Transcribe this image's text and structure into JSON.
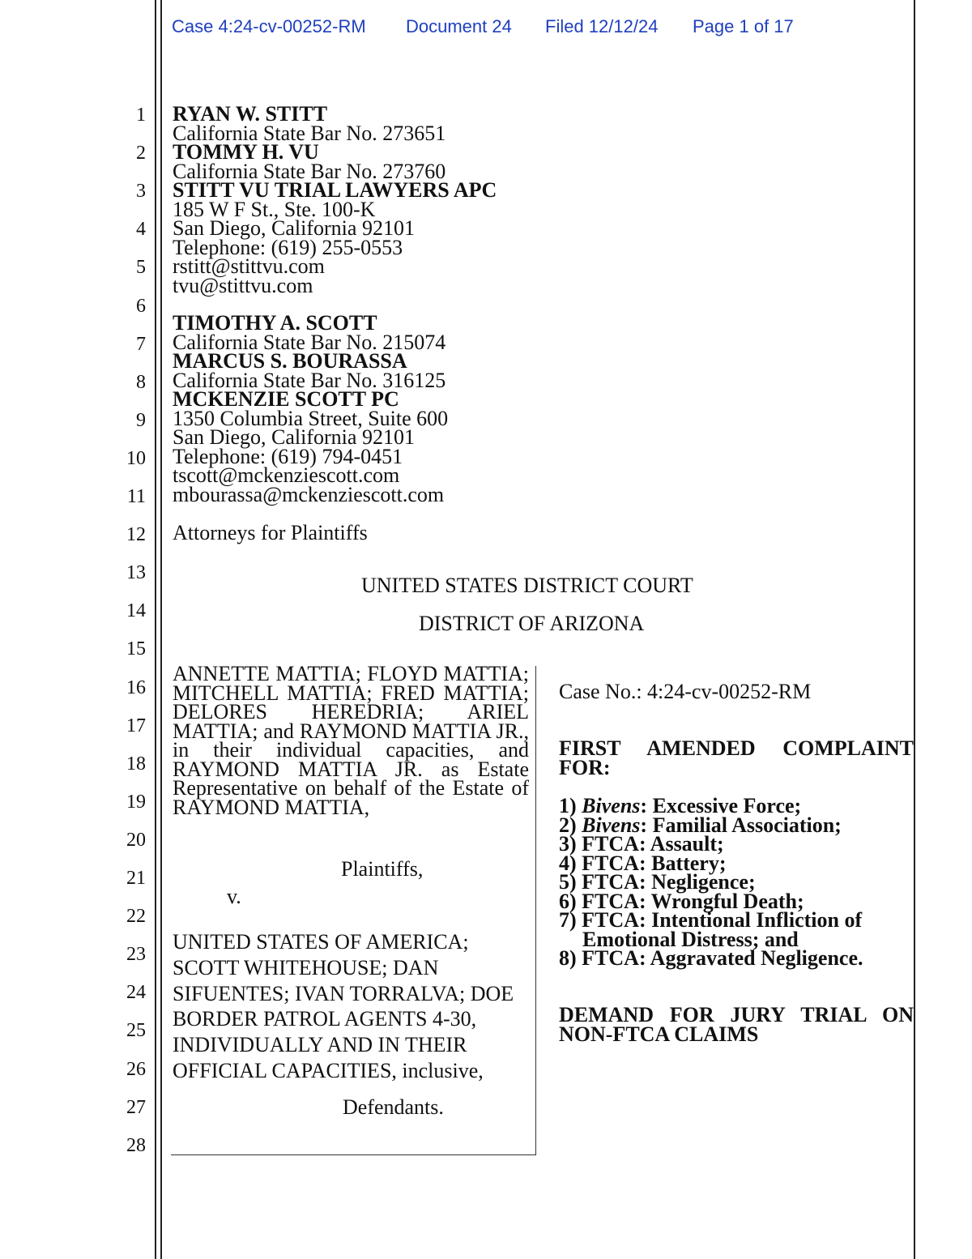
{
  "header": {
    "case": "Case 4:24-cv-00252-RM",
    "document": "Document 24",
    "filed": "Filed 12/12/24",
    "page": "Page 1 of 17"
  },
  "line_numbers": [
    "1",
    "2",
    "3",
    "4",
    "5",
    "6",
    "7",
    "8",
    "9",
    "10",
    "11",
    "12",
    "13",
    "14",
    "15",
    "16",
    "17",
    "18",
    "19",
    "20",
    "21",
    "22",
    "23",
    "24",
    "25",
    "26",
    "27",
    "28"
  ],
  "counsel_block_1": {
    "name1": "RYAN W. STITT",
    "bar1": "California State Bar No. 273651",
    "name2": "TOMMY H. VU",
    "bar2": "California State Bar No. 273760",
    "firm": "STITT VU TRIAL LAWYERS APC",
    "addr1": "185 W F St., Ste. 100-K",
    "addr2": "San Diego, California 92101",
    "phone": "Telephone: (619) 255-0553",
    "email1": "rstitt@stittvu.com",
    "email2": "tvu@stittvu.com"
  },
  "counsel_block_2": {
    "name1": "TIMOTHY A. SCOTT",
    "bar1": "California State Bar No. 215074",
    "name2": "MARCUS S. BOURASSA",
    "bar2": "California State Bar No. 316125",
    "firm": "MCKENZIE SCOTT PC",
    "addr1": "1350 Columbia Street, Suite 600",
    "addr2": "San Diego, California 92101",
    "phone": "Telephone: (619) 794-0451",
    "email1": "tscott@mckenziescott.com",
    "email2": "mbourassa@mckenziescott.com"
  },
  "attorneys_for": "Attorneys for Plaintiffs",
  "court": "UNITED STATES DISTRICT COURT",
  "district": "DISTRICT OF ARIZONA",
  "caption": {
    "plaintiffs_text": "ANNETTE MATTIA; FLOYD MATTIA; MITCHELL MATTIA; FRED MATTIA; DELORES HEREDRIA; ARIEL MATTIA; and RAYMOND MATTIA JR., in their individual capacities, and RAYMOND MATTIA JR. as Estate Representative on behalf of the Estate of RAYMOND MATTIA,",
    "plaintiffs_label": "Plaintiffs,",
    "versus": "v.",
    "defendants_text": "UNITED STATES OF AMERICA; SCOTT WHITEHOUSE; DAN SIFUENTES; IVAN TORRALVA; DOE BORDER PATROL AGENTS 4-30, INDIVIDUALLY AND IN THEIR OFFICIAL CAPACITIES, inclusive,",
    "defendants_label": "Defendants."
  },
  "right": {
    "case_no": "Case No.: 4:24-cv-00252-RM",
    "complaint_line1": "FIRST AMENDED COMPLAINT",
    "complaint_line2": "FOR:",
    "claims": [
      {
        "num": "1) ",
        "italic": "Bivens",
        "rest": ": Excessive Force;"
      },
      {
        "num": "2) ",
        "italic": "Bivens",
        "rest": ": Familial Association;"
      },
      {
        "num": "3) ",
        "italic": "",
        "rest": "FTCA: Assault;"
      },
      {
        "num": "4) ",
        "italic": "",
        "rest": "FTCA: Battery;"
      },
      {
        "num": "5) ",
        "italic": "",
        "rest": "FTCA: Negligence;"
      },
      {
        "num": "6) ",
        "italic": "",
        "rest": "FTCA: Wrongful Death;"
      },
      {
        "num": "7) ",
        "italic": "",
        "rest": "FTCA: Intentional Infliction of"
      },
      {
        "num": "",
        "italic": "",
        "rest": "Emotional Distress; and"
      },
      {
        "num": "8) ",
        "italic": "",
        "rest": "FTCA: Aggravated Negligence."
      }
    ],
    "jury_line1": "DEMAND FOR JURY TRIAL ON",
    "jury_line2": "NON-FTCA CLAIMS"
  }
}
